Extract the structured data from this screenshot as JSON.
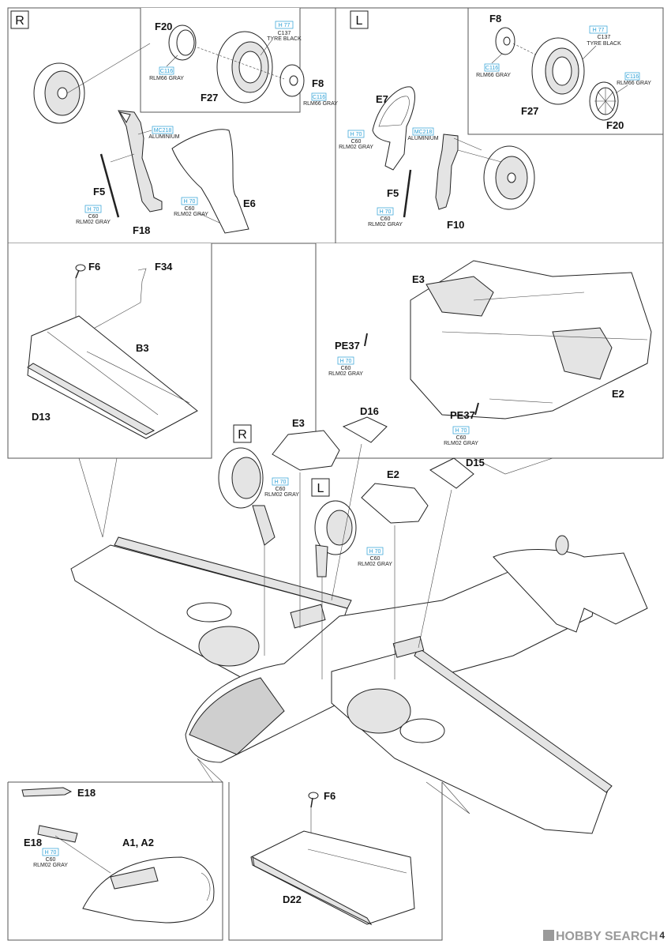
{
  "colors": {
    "accent": "#2a9fd6",
    "ink": "#222222",
    "watermark": "#9a9a9a"
  },
  "page_number": "4",
  "watermark": "HOBBY SEARCH",
  "panel_top_right_gear": {
    "side_marker": "R",
    "parts": {
      "f20": "F20",
      "f27": "F27",
      "f8": "F8",
      "f5": "F5",
      "f18": "F18",
      "e6": "E6"
    },
    "paint": {
      "h77": "H 77",
      "c137": "C137",
      "tyre_black": "TYRE BLACK",
      "c116_a": "C116",
      "rlm66_a": "RLM66 GRAY",
      "c116_b": "C116",
      "rlm66_b": "RLM66 GRAY",
      "mc218": "MC218",
      "aluminium": "ALUMINIUM",
      "h70_a": "H 70",
      "c60_a": "C60",
      "rlm02_a": "RLM02 GRAY",
      "h70_b": "H 70",
      "c60_b": "C60",
      "rlm02_b": "RLM02 GRAY"
    }
  },
  "panel_top_left_gear": {
    "side_marker": "L",
    "parts": {
      "f8": "F8",
      "f27": "F27",
      "f20": "F20",
      "e7": "E7",
      "f5": "F5",
      "f10": "F10"
    },
    "paint": {
      "h77": "H 77",
      "c137": "C137",
      "tyre_black": "TYRE BLACK",
      "c116_a": "C116",
      "rlm66_a": "RLM66 GRAY",
      "c116_b": "C116",
      "rlm66_b": "RLM66 GRAY",
      "h70_a": "H 70",
      "c60_a": "C60",
      "rlm02_a": "RLM02 GRAY",
      "mc218": "MC218",
      "aluminium": "ALUMINIUM",
      "h70_b": "H 70",
      "c60_b": "C60",
      "rlm02_b": "RLM02 GRAY"
    }
  },
  "panel_left_wing": {
    "parts": {
      "f6": "F6",
      "f34": "F34",
      "b3": "B3",
      "d13": "D13"
    }
  },
  "panel_right_wing": {
    "parts": {
      "e3": "E3",
      "pe37_a": "PE37",
      "e2": "E2",
      "pe37_b": "PE37"
    },
    "paint": {
      "h70_a": "H 70",
      "c60_a": "C60",
      "rlm02_a": "RLM02 GRAY",
      "h70_b": "H 70",
      "c60_b": "C60",
      "rlm02_b": "RLM02 GRAY"
    }
  },
  "main_view": {
    "markers": {
      "r": "R",
      "l": "L"
    },
    "parts": {
      "e3": "E3",
      "d16": "D16",
      "e2": "E2",
      "d15": "D15"
    },
    "paint": {
      "h70_a": "H 70",
      "c60_a": "C60",
      "rlm02_a": "RLM02 GRAY",
      "h70_b": "H 70",
      "c60_b": "C60",
      "rlm02_b": "RLM02 GRAY"
    }
  },
  "panel_bottom_left": {
    "parts": {
      "e18_top": "E18",
      "e18": "E18",
      "a1a2": "A1, A2"
    },
    "paint": {
      "h70": "H 70",
      "c60": "C60",
      "rlm02": "RLM02 GRAY"
    }
  },
  "panel_bottom_right": {
    "parts": {
      "f6": "F6",
      "d22": "D22"
    }
  }
}
